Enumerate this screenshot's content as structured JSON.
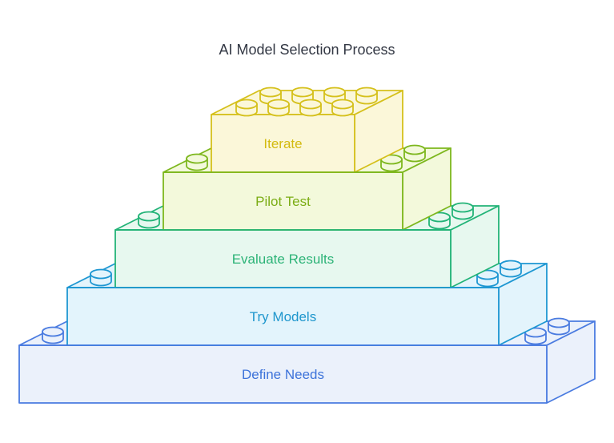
{
  "title": {
    "text": "AI Model Selection Process",
    "color": "#333844"
  },
  "diagram": {
    "type": "lego-stack-process",
    "steps_bottom_to_top": [
      {
        "label": "Define Needs",
        "stroke": "#4a7be0",
        "fill": "#ebf1fb",
        "text_color": "#3d73da"
      },
      {
        "label": "Try Models",
        "stroke": "#1e97d2",
        "fill": "#e3f4fc",
        "text_color": "#1e96cd"
      },
      {
        "label": "Evaluate Results",
        "stroke": "#22b377",
        "fill": "#e7f8ef",
        "text_color": "#2cb377"
      },
      {
        "label": "Pilot Test",
        "stroke": "#7db71d",
        "fill": "#f3f9db",
        "text_color": "#7bad15"
      },
      {
        "label": "Iterate",
        "stroke": "#d5c01b",
        "fill": "#fbf7d9",
        "text_color": "#d3ba0f"
      }
    ]
  }
}
